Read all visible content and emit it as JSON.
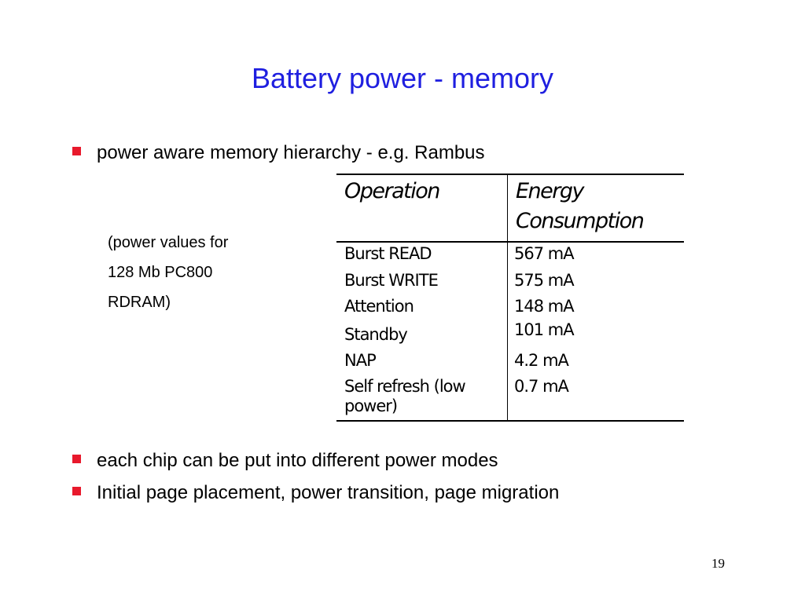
{
  "slide": {
    "title": "Battery power - memory",
    "bullets": [
      "power aware memory hierarchy - e.g. Rambus",
      "each chip can be put into different power modes",
      "Initial page placement, power transition, page migration"
    ],
    "note_lines": [
      "(power values for",
      "128 Mb PC800",
      "RDRAM)"
    ],
    "table": {
      "headers": [
        "Operation",
        "Energy Consumption"
      ],
      "rows": [
        {
          "operation": "Burst READ",
          "energy": "567 mA"
        },
        {
          "operation": "Burst WRITE",
          "energy": "575 mA"
        },
        {
          "operation": "Attention",
          "energy": "148 mA"
        },
        {
          "operation": "Standby",
          "energy": "101 mA"
        },
        {
          "operation": "NAP",
          "energy": "4.2 mA"
        },
        {
          "operation": "Self refresh (low power)",
          "energy": "0.7 mA"
        }
      ]
    },
    "page_number": "19",
    "colors": {
      "title": "#1f1fe0",
      "bullet_marker": "#e8192c"
    }
  }
}
